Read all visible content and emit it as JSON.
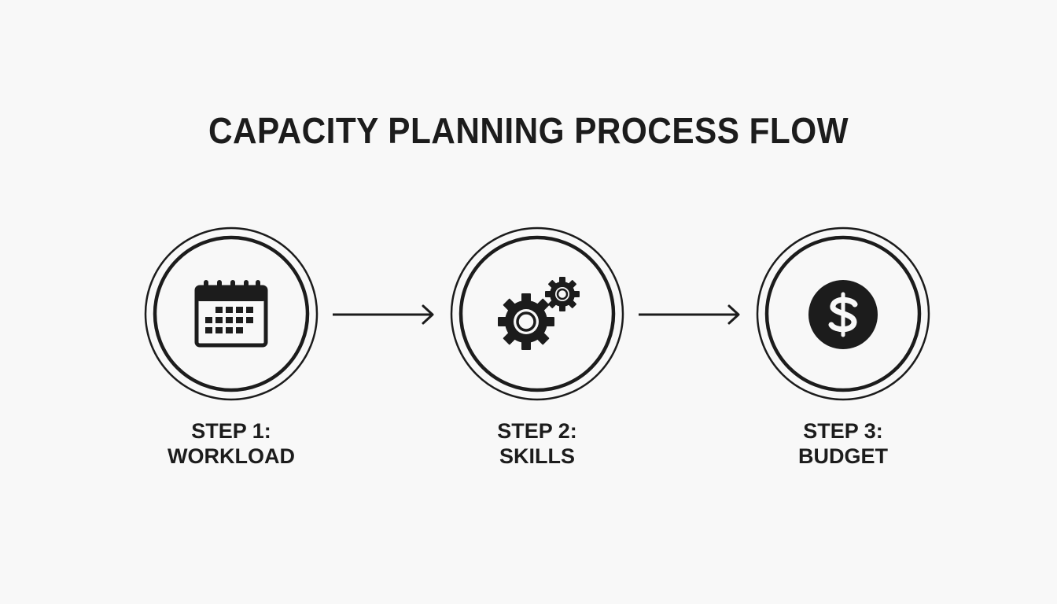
{
  "title": "CAPACITY PLANNING PROCESS FLOW",
  "steps": [
    {
      "line1": "STEP 1:",
      "line2": "WORKLOAD",
      "icon": "calendar-icon"
    },
    {
      "line1": "STEP 2:",
      "line2": "SKILLS",
      "icon": "gears-icon"
    },
    {
      "line1": "STEP 3:",
      "line2": "BUDGET",
      "icon": "dollar-icon"
    }
  ],
  "colors": {
    "ink": "#1c1c1c",
    "background": "#f8f8f8"
  }
}
